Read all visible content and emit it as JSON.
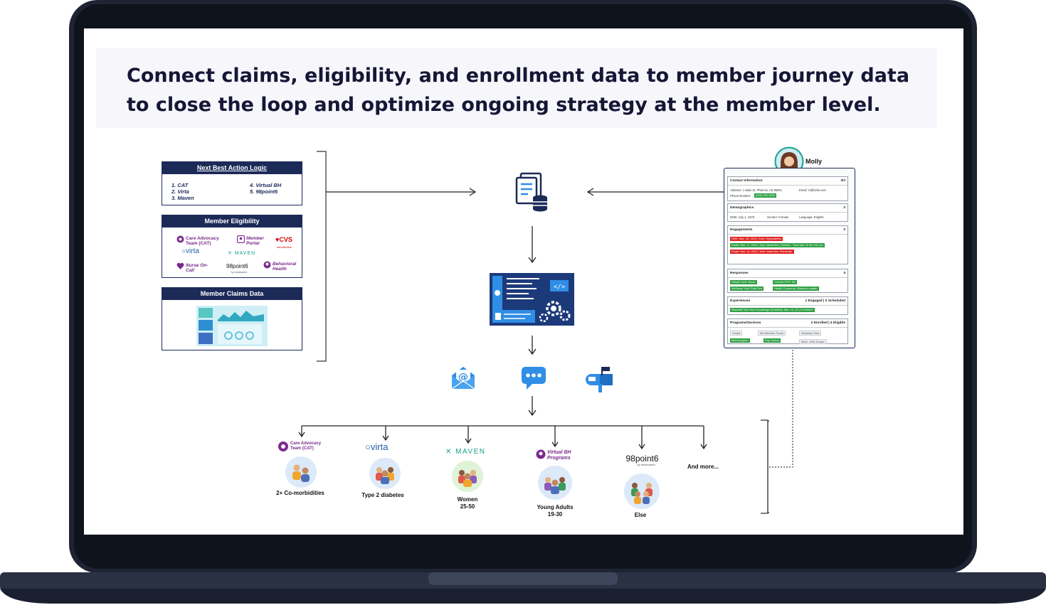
{
  "headline": "Connect claims, eligibility, and enrollment data to member journey data to close the loop and optimize ongoing strategy at the member level.",
  "nba": {
    "title": "Next Best Action Logic",
    "items": [
      "1. CAT",
      "2. Virta",
      "3. Maven",
      "4. Virtual BH",
      "5. 98point6"
    ]
  },
  "eligibility": {
    "title": "Member Eligibility",
    "logos": {
      "cat": "Care Advocacy Team (CAT)",
      "portal": "Member Portal",
      "cvs": "CVS",
      "cvs_sub": "minuteclinic",
      "virta": "virta",
      "maven": "MAVEN",
      "nurse": "Nurse On-Call",
      "p98": "98point6",
      "p98_sub": "by transcarent",
      "bh": "Behavioral Health"
    }
  },
  "claims": {
    "title": "Member Claims Data"
  },
  "profile": {
    "name": "Molly",
    "contact": {
      "title": "Contact Information",
      "count": "3/3",
      "address": "Address: 1 Main St, Phoenix, AZ 85001",
      "email": "Email: H@hello.com",
      "phone_label": "Phone Number:",
      "phone": "(000) 000-0000"
    },
    "demographics": {
      "title": "Demographics",
      "count": "3",
      "dob": "DOB: July 1, 1979",
      "gender": "Gender: Female",
      "language": "Language: English"
    },
    "engagements": {
      "title": "Engagements",
      "count": "3",
      "items": [
        "SMS: Mar. 18, 2024; Tone: Sympathetic",
        "Email: Mar. 17, 2024; Tone: Assertive | Clicked - Tues Mar 19 @ 6:57 pm",
        "Email: Mar. 14, 2024; Tone: Assertive, Reminder"
      ]
    },
    "responses": {
      "title": "Responses",
      "count": "4",
      "items": [
        "Virtual Care: Never",
        "Current PCP: No",
        "Wellness Visit: Past Due",
        "Health Concerns: Women's health"
      ]
    },
    "experiences": {
      "title": "Experiences",
      "count": "1 Engaged | 0 Scheduled",
      "item": "98point6 Test Your Knowledge (Chatbot): Mar. 12, 22 | ELIGIBLE"
    },
    "programs": {
      "title": "Programs/Services",
      "count": "2 Enrolled | 4 Eligible",
      "items": [
        "Virtual",
        "BH Member Portal",
        "Wellness Visit",
        "Mammogram",
        "Pap Smear",
        "Mam. 40th Scrape"
      ]
    }
  },
  "segments": [
    {
      "logo": "Care Advocacy Team (CAT)",
      "label": "2+ Co-morbidities"
    },
    {
      "logo": "virta",
      "label": "Type 2 diabetes"
    },
    {
      "logo": "MAVEN",
      "label": "Women\n25-50"
    },
    {
      "logo": "Virtual BH Programs",
      "label": "Young Adults\n19-30"
    },
    {
      "logo": "98point6",
      "logo_sub": "by transcarent",
      "label": "Else"
    },
    {
      "logo": "",
      "label": "And more..."
    }
  ],
  "colors": {
    "navy": "#1c2a58",
    "blue": "#2f8ee5",
    "green": "#2ea043",
    "red": "#e02424",
    "purple": "#7b2a8c",
    "teal": "#14a38b"
  }
}
